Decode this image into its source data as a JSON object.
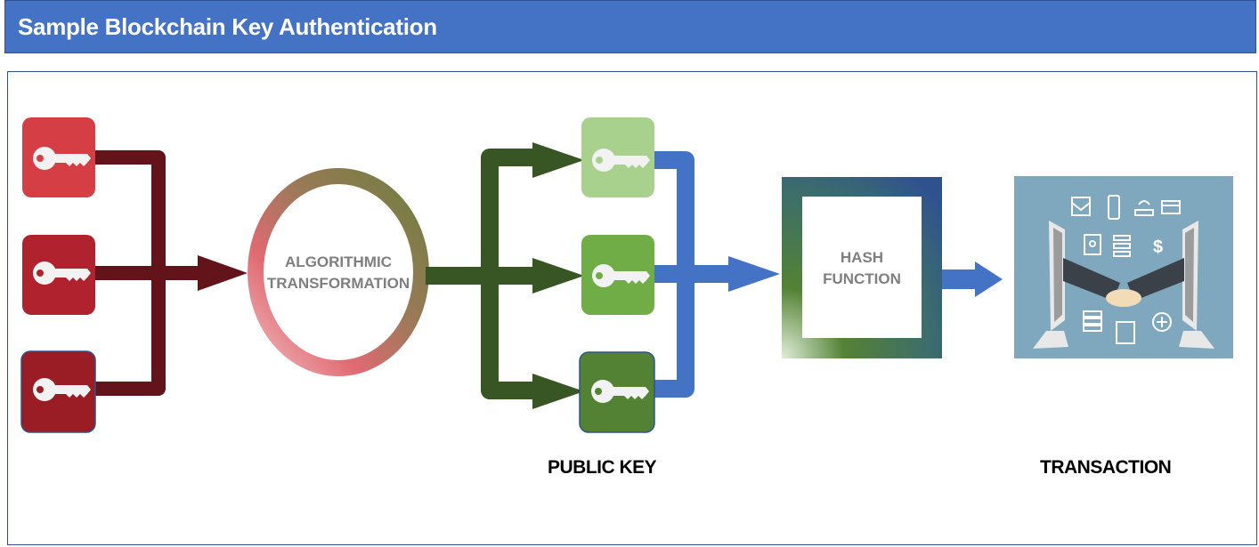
{
  "header": {
    "title": "Sample Blockchain Key Authentication"
  },
  "diagram": {
    "private_keys": [
      {
        "name": "private-key-1",
        "color": "#d63e46",
        "icon": "key-icon"
      },
      {
        "name": "private-key-2",
        "color": "#b0232e",
        "icon": "key-icon"
      },
      {
        "name": "private-key-3",
        "color": "#9a1c25",
        "icon": "key-icon"
      }
    ],
    "transform_node": {
      "line1": "ALGORITHMIC",
      "line2": "TRANSFORMATION"
    },
    "public_keys": [
      {
        "name": "public-key-1",
        "color": "#a9d18e",
        "icon": "key-icon"
      },
      {
        "name": "public-key-2",
        "color": "#70ad47",
        "icon": "key-icon"
      },
      {
        "name": "public-key-3",
        "color": "#548235",
        "icon": "key-icon"
      }
    ],
    "hash_node": {
      "line1": "HASH",
      "line2": "FUNCTION"
    },
    "transaction_image": {
      "icon": "handshake-transaction-illustration",
      "bg_color": "#7fa7bd"
    },
    "labels": {
      "public_key": "PUBLIC KEY",
      "transaction": "TRANSACTION"
    },
    "colors": {
      "private_connector": "#63131a",
      "public_connector": "#375623",
      "hash_connector": "#4472c4"
    }
  }
}
